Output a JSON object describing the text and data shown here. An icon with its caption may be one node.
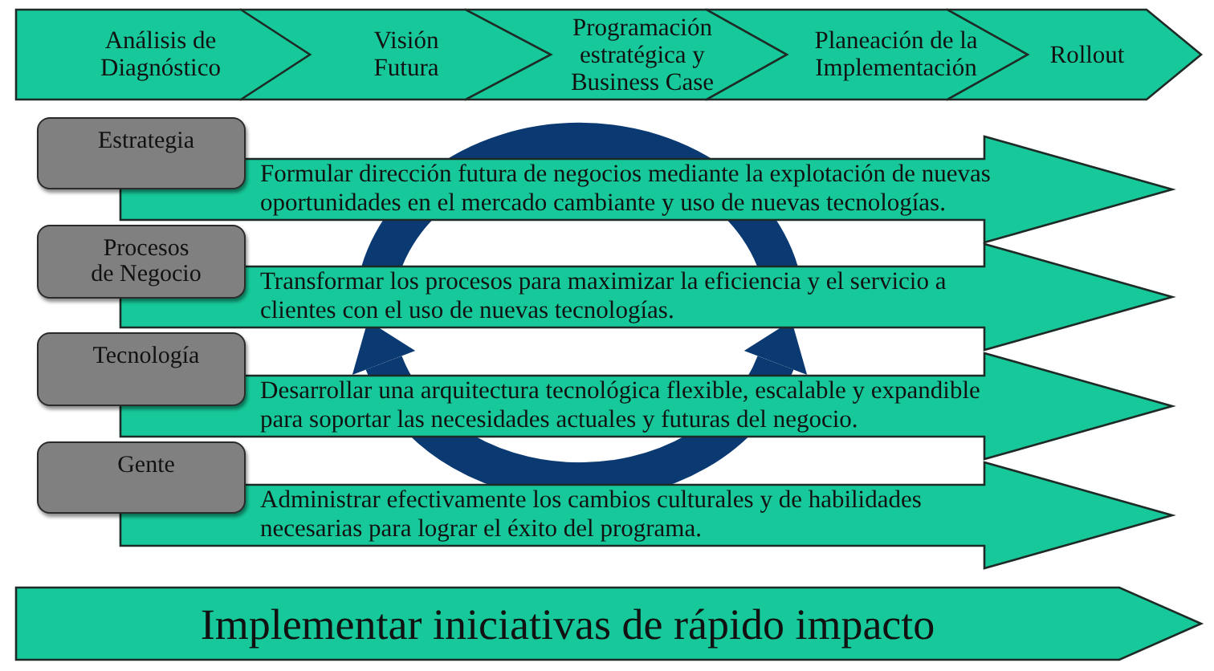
{
  "diagram": {
    "nodes": [
      {
        "text": [
          "Análisis de Diagnóstico"
        ]
      },
      {
        "text": [
          "Visión Futura"
        ]
      },
      {
        "text": [
          "Programación estratégica y Business Case"
        ]
      },
      {
        "text": [
          "Planeación de la Implementación"
        ]
      },
      {
        "text": [
          "Rollout"
        ]
      },
      {
        "text": [
          "Estrategia"
        ]
      },
      {
        "text": [
          "Formular dirección futura de negocios mediante la explotación de nuevas oportunidades en el mercado cambiante y uso de nuevas tecnologías."
        ]
      },
      {
        "text": [
          "Procesos de Negocio"
        ]
      },
      {
        "text": [
          "Transformar los procesos para maximizar la eficiencia y el servicio a clientes con el uso de nuevas tecnologías."
        ]
      },
      {
        "text": [
          "Tecnología"
        ]
      },
      {
        "text": [
          "Desarrollar una arquitectura tecnológica flexible, escalable y expandible para soportar las necesidades actuales y futuras del negocio."
        ]
      },
      {
        "text": [
          "Gente"
        ]
      },
      {
        "text": [
          "Administrar efectivamente los cambios culturales y de habilidades necesarias para lograr el éxito del programa."
        ]
      },
      {
        "text": [
          "Implementar iniciativas de rápido impacto"
        ]
      }
    ]
  }
}
